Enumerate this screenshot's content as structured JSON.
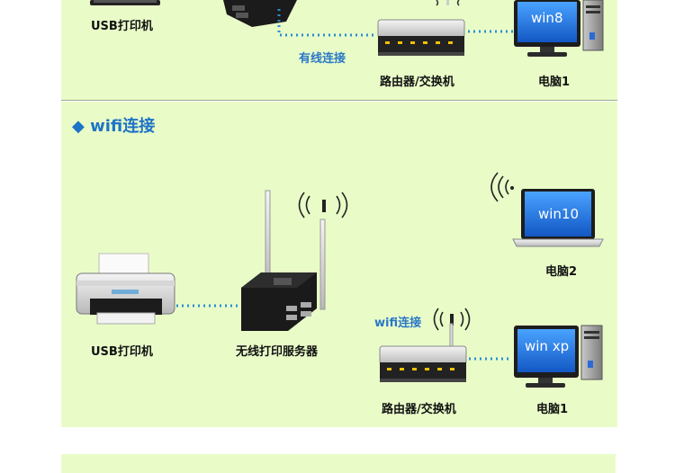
{
  "wired": {
    "usb_printer_label": "USB打印机",
    "link_label": "有线连接",
    "router_label": "路由器/交换机",
    "pc1_label": "电脑1",
    "pc1_screen": "win8"
  },
  "wifi": {
    "section_title": "◆ wifi连接",
    "usb_printer_label": "USB打印机",
    "print_server_label": "无线打印服务器",
    "pc2_label": "电脑2",
    "pc2_screen": "win10",
    "wifi_link_label": "wifi连接",
    "router_label": "路由器/交换机",
    "pc1_label": "电脑1",
    "pc1_screen": "win xp"
  },
  "colors": {
    "panel_bg": "#e9fcc8",
    "accent_blue": "#1e74c6",
    "dotted_link": "#2a8fd6"
  },
  "icons": [
    "printer-icon",
    "print-server-icon",
    "router-icon",
    "desktop-pc-icon",
    "laptop-icon",
    "wifi-signal-icon"
  ]
}
